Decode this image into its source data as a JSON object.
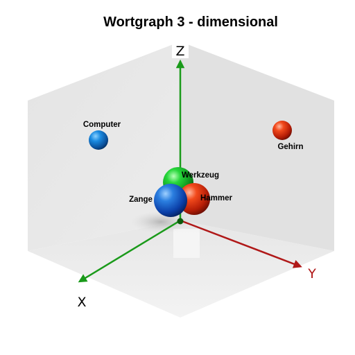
{
  "title": "Wortgraph 3 - dimensional",
  "axes": {
    "x": {
      "label": "X",
      "color": "#1a9a1a"
    },
    "y": {
      "label": "Y",
      "color": "#b01818"
    },
    "z": {
      "label": "Z",
      "color": "#1a9a1a"
    }
  },
  "words": [
    {
      "label": "Computer",
      "color": "blue"
    },
    {
      "label": "Gehirn",
      "color": "red"
    },
    {
      "label": "Werkzeug",
      "color": "green"
    },
    {
      "label": "Hammer",
      "color": "red"
    },
    {
      "label": "Zange",
      "color": "blue"
    }
  ]
}
